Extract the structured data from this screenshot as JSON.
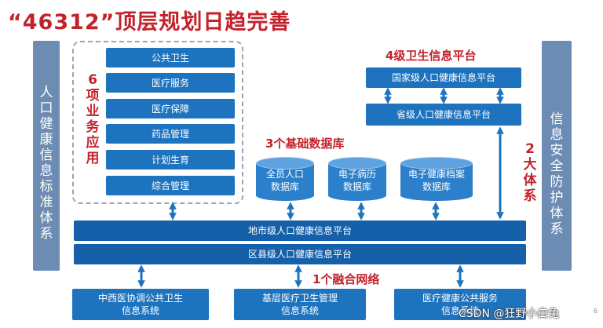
{
  "title": "“46312”顶层规划日趋完善",
  "left_pillar": "人口健康信息标准体系",
  "right_pillar": "信息安全防护体系",
  "six_label": "6项业务应用",
  "business_apps": [
    "公共卫生",
    "医疗服务",
    "医疗保障",
    "药品管理",
    "计划生育",
    "综合管理"
  ],
  "four_label": "4级卫生信息平台",
  "national_platform": "国家级人口健康信息平台",
  "provincial_platform": "省级人口健康信息平台",
  "three_label": "3个基础数据库",
  "databases": [
    "全员人口\n数据库",
    "电子病历\n数据库",
    "电子健康档案\n数据库"
  ],
  "two_label": "2大体系",
  "city_platform": "地市级人口健康信息平台",
  "county_platform": "区县级人口健康信息平台",
  "one_label": "1个融合网络",
  "bottom_systems": [
    "中西医协调公共卫生\n信息系统",
    "基层医疗卫生管理\n信息系统",
    "医疗健康公共服务\n信息系统"
  ],
  "watermark": "CSDN @狂野小白兔",
  "page_number": "6",
  "colors": {
    "title_red": "#c4222b",
    "box_blue": "#1e73be",
    "pillar_blue": "#6c8cb3"
  }
}
